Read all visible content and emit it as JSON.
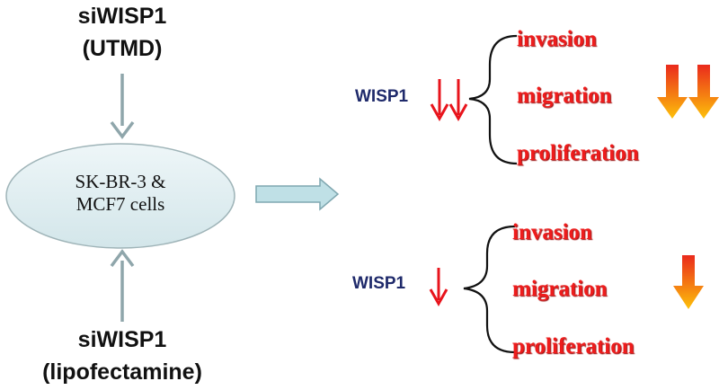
{
  "top_treatment": {
    "line1": "siWISP1",
    "line2": "(UTMD)"
  },
  "bottom_treatment": {
    "line1": "siWISP1",
    "line2": "(lipofectamine)"
  },
  "cells": {
    "line1": "SK-BR-3 &",
    "line2": "MCF7 cells"
  },
  "upper_result": {
    "gene": "WISP1",
    "effects": [
      "invasion",
      "migration",
      "proliferation"
    ]
  },
  "lower_result": {
    "gene": "WISP1",
    "effects": [
      "invasion",
      "migration",
      "proliferation"
    ]
  },
  "colors": {
    "gene_text": "#1f2a6b",
    "effect_text": "#ee1c1c",
    "down_arrow_red": "#e8141c",
    "gradient_top": "#ea2a1c",
    "gradient_bottom": "#fdc10a",
    "connector_arrow": "#8fa6ab",
    "ellipse_fill": "#dfeef1",
    "block_arrow_fill": "#bfe0e6"
  }
}
